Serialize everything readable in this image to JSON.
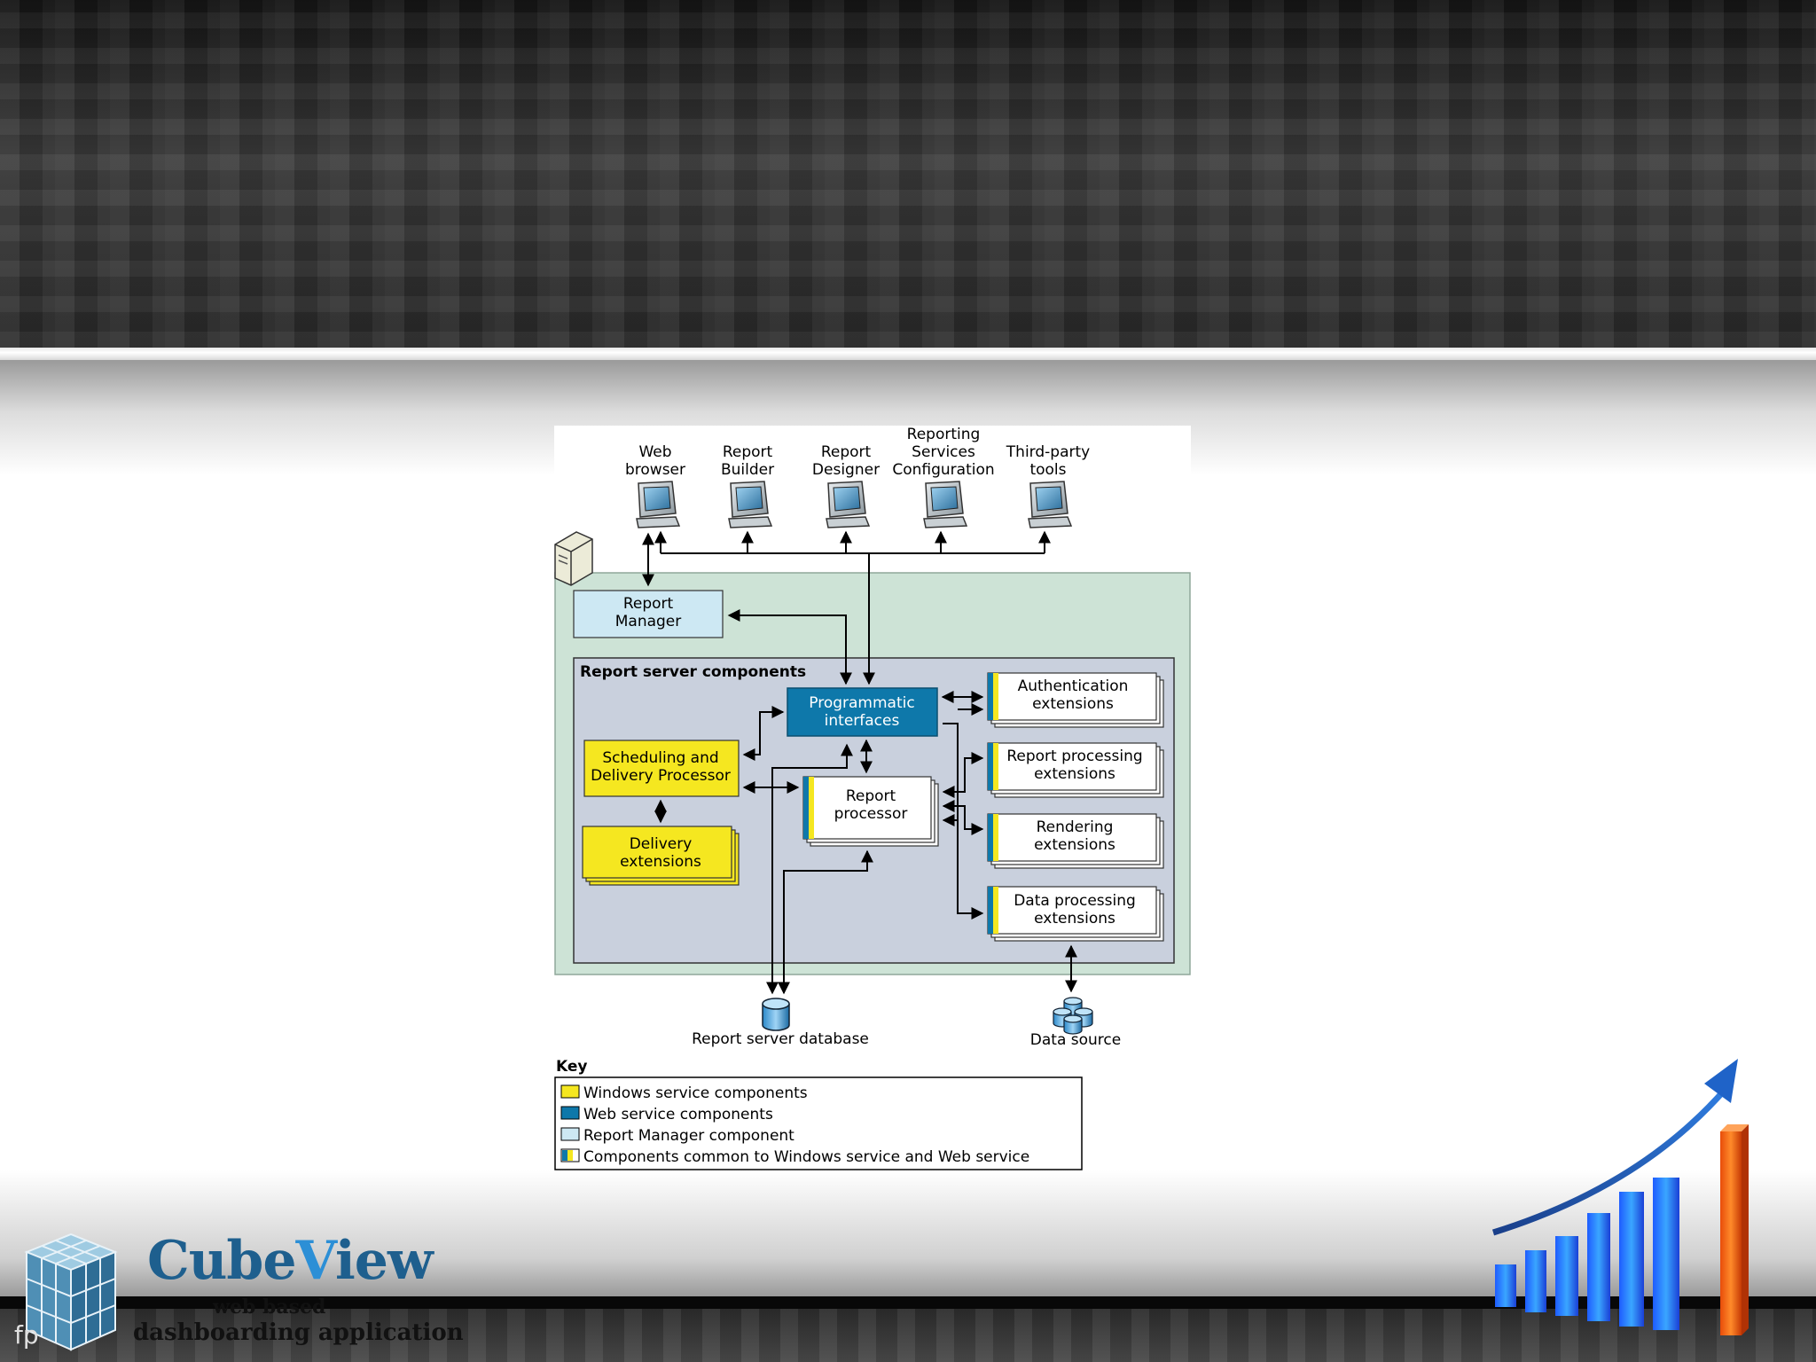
{
  "clients": [
    {
      "lines": [
        "Web",
        "browser"
      ]
    },
    {
      "lines": [
        "Report",
        "Builder"
      ]
    },
    {
      "lines": [
        "Report",
        "Designer"
      ]
    },
    {
      "lines": [
        "Reporting",
        "Services",
        "Configuration"
      ]
    },
    {
      "lines": [
        "Third-party",
        "tools"
      ]
    }
  ],
  "report_manager": {
    "line1": "Report",
    "line2": "Manager"
  },
  "rs_components_title": "Report server components",
  "programmatic": {
    "line1": "Programmatic",
    "line2": "interfaces"
  },
  "scheduling": {
    "line1": "Scheduling and",
    "line2": "Delivery Processor"
  },
  "delivery": {
    "line1": "Delivery",
    "line2": "extensions"
  },
  "report_processor": {
    "line1": "Report",
    "line2": "processor"
  },
  "extensions": [
    {
      "line1": "Authentication",
      "line2": "extensions"
    },
    {
      "line1": "Report processing",
      "line2": "extensions"
    },
    {
      "line1": "Rendering",
      "line2": "extensions"
    },
    {
      "line1": "Data processing",
      "line2": "extensions"
    }
  ],
  "database_label": "Report server database",
  "datasource_label": "Data source",
  "key": {
    "title": "Key",
    "items": [
      "Windows service components",
      "Web service components",
      "Report Manager component",
      "Components common to Windows service and Web service"
    ]
  },
  "colors": {
    "windows_service": "#f5e720",
    "web_service": "#0e78aa",
    "report_manager": "#cde8f3",
    "outer_panel": "#cde3d6",
    "inner_panel": "#c9d0dd"
  },
  "logo": {
    "title_part1": "Cube",
    "title_part2": "V",
    "title_part3": "iew",
    "subtitle1": "web based",
    "subtitle2": "dashboarding application",
    "corner": "fp"
  }
}
